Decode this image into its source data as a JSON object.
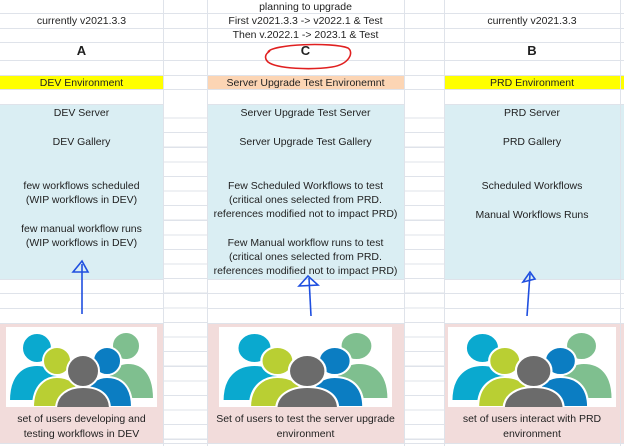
{
  "columns": {
    "A": {
      "version": "currently v2021.3.3",
      "letter": "A",
      "environment": "DEV Environment",
      "items": [
        "DEV Server",
        "DEV Gallery"
      ],
      "scheduled": [
        "few workflows scheduled",
        "(WIP workflows in DEV)"
      ],
      "manual": [
        "few manual workflow runs",
        "(WIP workflows in DEV)"
      ],
      "users_caption": [
        "set of users developing and",
        "testing workflows in DEV"
      ]
    },
    "C": {
      "plan_title": "planning to upgrade",
      "plan_step1": "First v2021.3.3 -> v2022.1 & Test",
      "plan_step2": "Then v.2022.1 -> 2023.1 & Test",
      "letter": "C",
      "environment": "Server  Upgrade Test Environemnt",
      "items": [
        "Server Upgrade Test Server",
        "Server Upgrade Test Gallery"
      ],
      "scheduled": [
        "Few Scheduled Workflows to test",
        "(critical ones selected from PRD.",
        "references modified not to impact PRD)"
      ],
      "manual": [
        "Few Manual workflow runs to test",
        "(critical ones selected from PRD.",
        "references modified not to impact PRD)"
      ],
      "users_caption": [
        "Set of users to test the server upgrade",
        "environment"
      ]
    },
    "B": {
      "version": "currently v2021.3.3",
      "letter": "B",
      "environment": "PRD Environment",
      "items": [
        "PRD Server",
        "PRD Gallery"
      ],
      "scheduled": [
        "Scheduled Workflows"
      ],
      "manual": [
        "Manual Workflows Runs"
      ],
      "users_caption": [
        "set of users interact with PRD",
        "environment"
      ]
    }
  },
  "icons": {
    "users_group": "users-group-icon",
    "arrow": "arrow-up-icon",
    "highlight": "red-ellipse-annotation"
  },
  "colors": {
    "env_dev_prd": "#ffff00",
    "env_test": "#fcd5b4",
    "components_bg": "#daeef3",
    "users_bg": "#f2dcdb",
    "arrow": "#1f4fe0",
    "ellipse": "#e02020",
    "person_cyan": "#0aa9cf",
    "person_lime": "#b9cf33",
    "person_gray": "#6b6b6b",
    "person_blue": "#0b7dc2",
    "person_green": "#7fbf8f"
  }
}
